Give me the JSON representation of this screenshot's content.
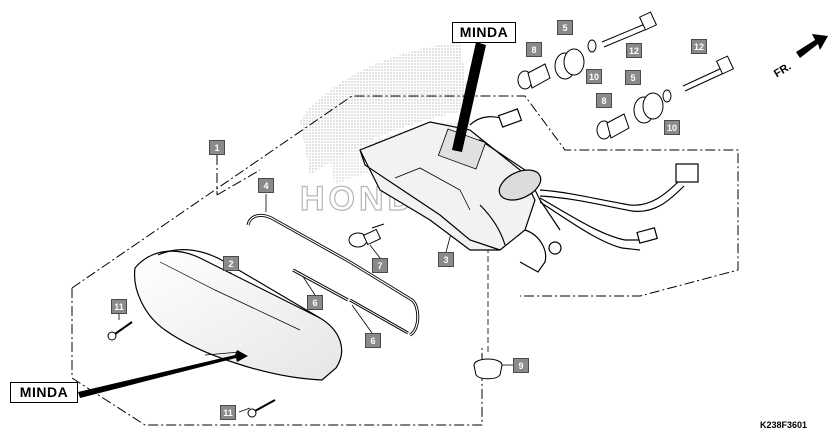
{
  "callouts": {
    "minda_top": "MINDA",
    "minda_bottom": "MINDA"
  },
  "direction_label": "FR.",
  "diagram_code": "K238F3601",
  "parts": [
    {
      "ref": "1",
      "label": "1"
    },
    {
      "ref": "2",
      "label": "2"
    },
    {
      "ref": "3",
      "label": "3"
    },
    {
      "ref": "4",
      "label": "4"
    },
    {
      "ref": "5a",
      "label": "5"
    },
    {
      "ref": "5b",
      "label": "5"
    },
    {
      "ref": "6a",
      "label": "6"
    },
    {
      "ref": "6b",
      "label": "6"
    },
    {
      "ref": "7",
      "label": "7"
    },
    {
      "ref": "8a",
      "label": "8"
    },
    {
      "ref": "8b",
      "label": "8"
    },
    {
      "ref": "9",
      "label": "9"
    },
    {
      "ref": "10a",
      "label": "10"
    },
    {
      "ref": "10b",
      "label": "10"
    },
    {
      "ref": "11a",
      "label": "11"
    },
    {
      "ref": "11b",
      "label": "11"
    },
    {
      "ref": "12a",
      "label": "12"
    },
    {
      "ref": "12b",
      "label": "12"
    }
  ],
  "watermark": "HONDA"
}
